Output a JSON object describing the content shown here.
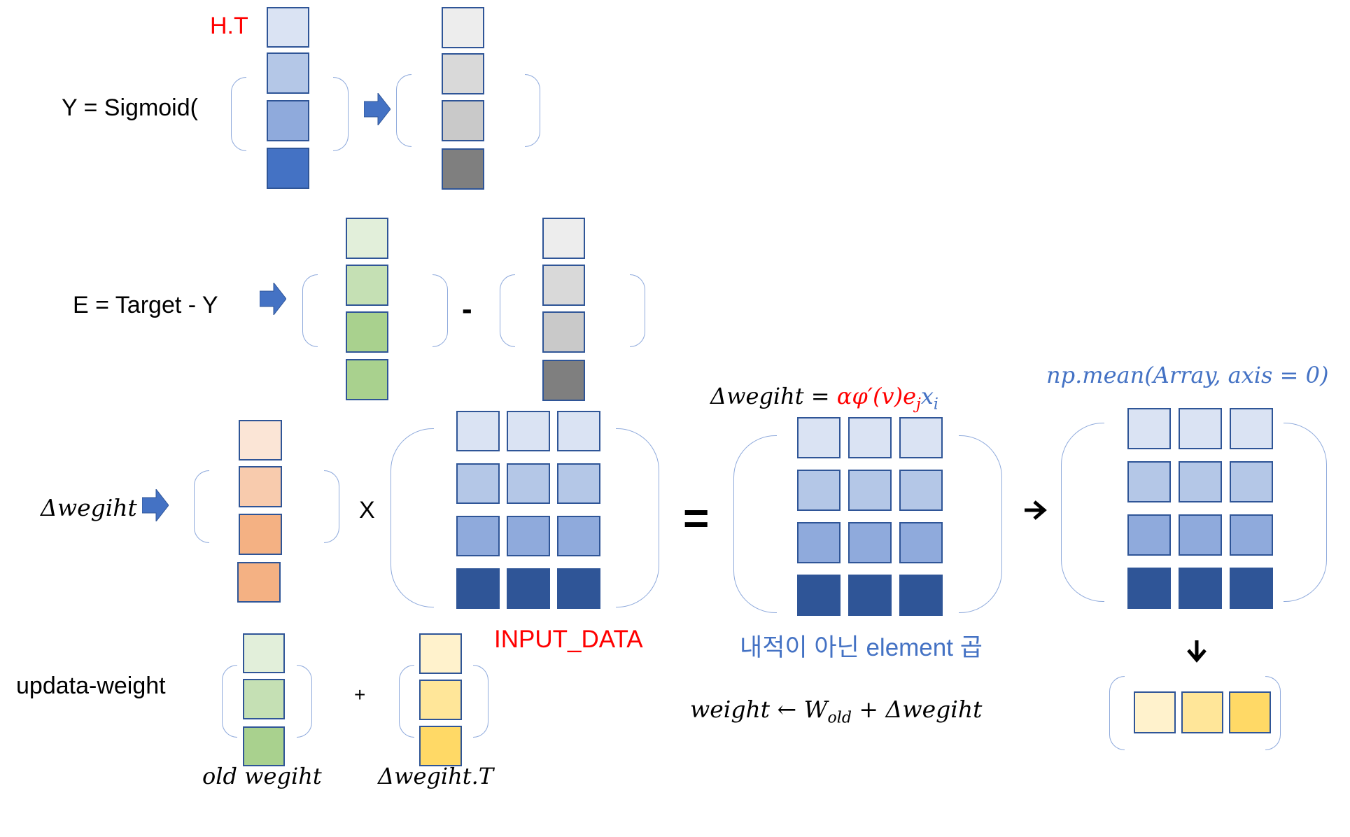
{
  "labels": {
    "ht": "H.T",
    "y_sigmoid": "Y = Sigmoid(",
    "e_eq": "E = Target - Y",
    "minus": "-",
    "delta_weight": "Δwegiht",
    "x": "X",
    "equals": "=",
    "input_data": "INPUT_DATA",
    "update_weight": "updata-weight",
    "plus": "+",
    "old_weight": "old wegiht",
    "delta_weight_t": "Δwegiht.T",
    "formula_delta": "Δwegiht =",
    "formula_rhs_red": "αφ′(v)e",
    "formula_sub_j": "j",
    "formula_x": "x",
    "formula_sub_i": "i",
    "np_mean": "np.mean(Array, axis = 0)",
    "elementwise_note": "내적이 아닌 element 곱",
    "update_formula_a": "weight ← W",
    "update_formula_sub": "old",
    "update_formula_b": " +  Δwegiht"
  },
  "colors": {
    "blue_shades": [
      "#dae3f3",
      "#b4c7e7",
      "#8faadc",
      "#4472c4"
    ],
    "input_row_shades": [
      "#dae3f3",
      "#b4c7e7",
      "#8faadc",
      "#2f5597"
    ],
    "gray_shades": [
      "#ededed",
      "#d9d9d9",
      "#c9c9c9",
      "#7f7f7f"
    ],
    "green_shades": [
      "#e2efda",
      "#c5e0b4",
      "#a9d18e",
      "#a9d18e"
    ],
    "orange_shades": [
      "#fbe5d6",
      "#f8cbad",
      "#f4b183",
      "#f4b183"
    ],
    "yellow_shades": [
      "#fff2cc",
      "#ffe699",
      "#ffd966"
    ],
    "arrow_blue": "#4472c4",
    "bracket": "#8faadc",
    "red": "#ff0000"
  },
  "icons": {
    "block_arrow": "right-block-arrow-icon",
    "right_arrow": "right-arrow-icon",
    "down_arrow": "down-arrow-icon"
  }
}
